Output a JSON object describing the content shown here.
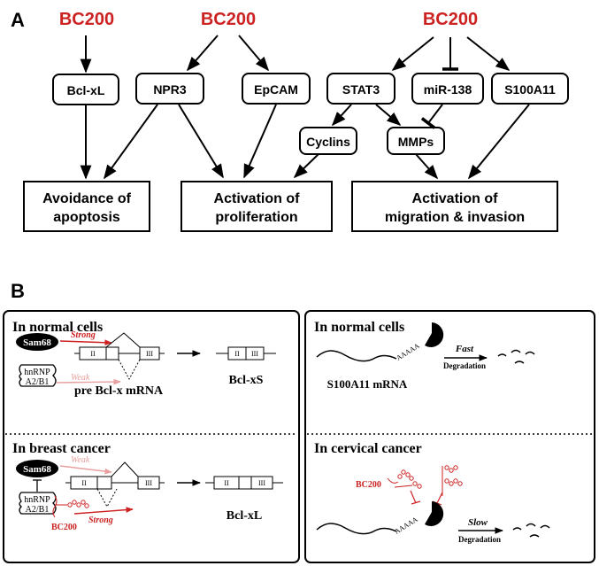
{
  "colors": {
    "accent_red": "#cc2222",
    "light_red": "#e8a0a0",
    "black": "#000000"
  },
  "panel_a": {
    "label": "A",
    "bc200_left": "BC200",
    "bc200_mid": "BC200",
    "bc200_right": "BC200",
    "nodes": {
      "bclxl": "Bcl-xL",
      "npr3": "NPR3",
      "epcam": "EpCAM",
      "stat3": "STAT3",
      "mir138": "miR-138",
      "s100a11": "S100A11",
      "cyclins": "Cyclins",
      "mmps": "MMPs"
    },
    "outcomes": {
      "apoptosis_l1": "Avoidance of",
      "apoptosis_l2": "apoptosis",
      "prolif_l1": "Activation of",
      "prolif_l2": "proliferation",
      "migration_l1": "Activation of",
      "migration_l2": "migration & invasion"
    }
  },
  "panel_b": {
    "label": "B",
    "left": {
      "normal_title": "In normal cells",
      "cancer_title": "In breast cancer",
      "sam68": "Sam68",
      "hnrnp_l1": "hnRNP",
      "hnrnp_l2": "A2/B1",
      "strong": "Strong",
      "weak": "Weak",
      "exon_ii": "II",
      "exon_iii": "III",
      "pre_mrna": "pre Bcl-x mRNA",
      "bclxs": "Bcl-xS",
      "bclxl": "Bcl-xL",
      "bc200": "BC200"
    },
    "right": {
      "normal_title": "In normal cells",
      "cancer_title": "In cervical cancer",
      "polya": "AAAAA",
      "fast": "Fast",
      "slow": "Slow",
      "degradation": "Degradation",
      "s100_mrna": "S100A11 mRNA",
      "bc200": "BC200"
    }
  }
}
